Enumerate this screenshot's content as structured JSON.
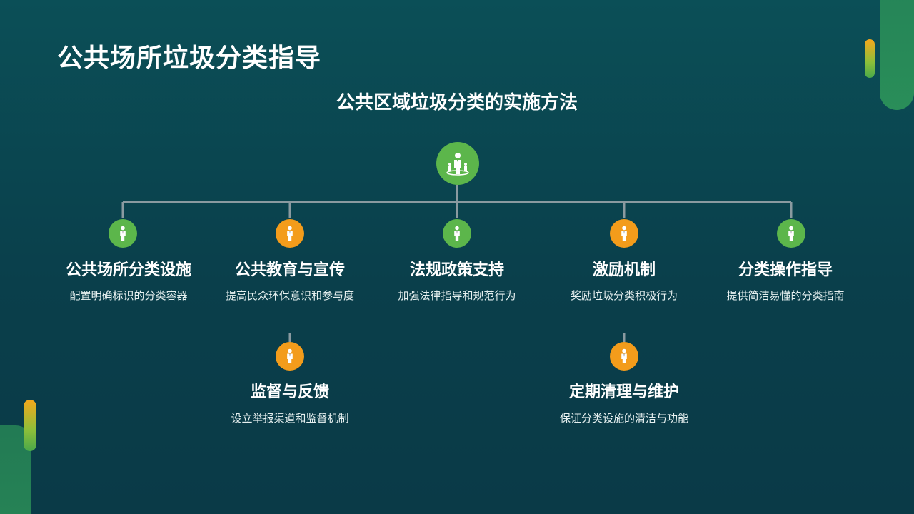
{
  "title": "公共场所垃圾分类指导",
  "subtitle": "公共区域垃圾分类的实施方法",
  "colors": {
    "green": "#5cb64b",
    "orange": "#f39c1b",
    "line": "#8a9aa0"
  },
  "icons": {
    "root": "people-group-icon",
    "node": "person-icon"
  },
  "nodes": [
    {
      "title": "公共场所分类设施",
      "desc": "配置明确标识的分类容器",
      "color": "green"
    },
    {
      "title": "公共教育与宣传",
      "desc": "提高民众环保意识和参与度",
      "color": "orange"
    },
    {
      "title": "法规政策支持",
      "desc": "加强法律指导和规范行为",
      "color": "green"
    },
    {
      "title": "激励机制",
      "desc": "奖励垃圾分类积极行为",
      "color": "orange"
    },
    {
      "title": "分类操作指导",
      "desc": "提供简洁易懂的分类指南",
      "color": "green"
    },
    {
      "title": "监督与反馈",
      "desc": "设立举报渠道和监督机制",
      "color": "orange"
    },
    {
      "title": "定期清理与维护",
      "desc": "保证分类设施的清洁与功能",
      "color": "orange"
    }
  ]
}
